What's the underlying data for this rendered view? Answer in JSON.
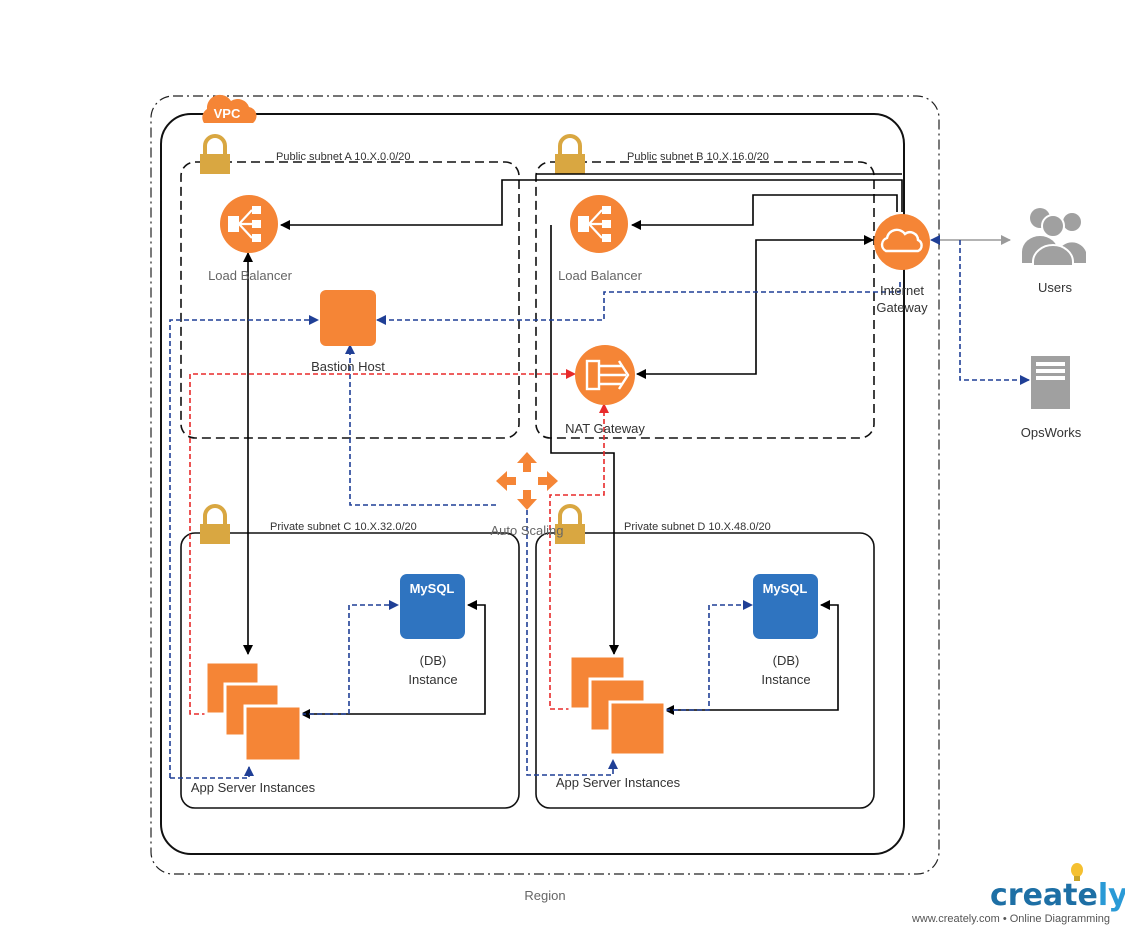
{
  "region": {
    "label": "Region"
  },
  "vpc": {
    "badge": "VPC"
  },
  "subnets": {
    "public_a": "Public subnet A 10.X.0.0/20",
    "public_b": "Public subnet B 10.X.16.0/20",
    "private_c": "Private subnet C 10.X.32.0/20",
    "private_d": "Private subnet D 10.X.48.0/20"
  },
  "nodes": {
    "load_balancer_a": "Load Balancer",
    "load_balancer_b": "Load Balancer",
    "bastion_host": "Bastion Host",
    "nat_gateway": "NAT Gateway",
    "internet_gateway_line1": "Internet",
    "internet_gateway_line2": "Gateway",
    "users": "Users",
    "opsworks": "OpsWorks",
    "auto_scaling": "Auto Scaling",
    "db_c_line1": "(DB)",
    "db_c_line2": "Instance",
    "db_d_line1": "(DB)",
    "db_d_line2": "Instance",
    "mysql_c": "MySQL",
    "mysql_d": "MySQL",
    "app_servers_c": "App Server Instances",
    "app_servers_d": "App Server Instances"
  },
  "branding": {
    "logo_main": "creat",
    "logo_tail": "ly",
    "logo_e": "e",
    "tagline": "www.creately.com • Online Diagramming"
  },
  "colors": {
    "aws_orange": "#f58536",
    "lock_gold": "#d9a741",
    "mysql_blue": "#2f74c0",
    "dashed_blue": "#1f3f96",
    "dashed_red": "#e82a2a",
    "icon_gray": "#a0a0a0"
  }
}
